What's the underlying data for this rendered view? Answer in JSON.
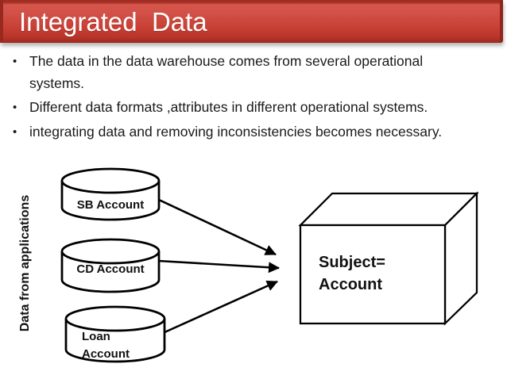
{
  "slide": {
    "title": "Integrated  Data",
    "bullet_char": "•",
    "bullets": [
      "The data in the data warehouse comes from several operational\nsystems.",
      "Different data formats ,attributes in different operational systems.",
      "integrating data and removing inconsistencies becomes necessary."
    ]
  },
  "diagram": {
    "source_label": "Data from applications",
    "cylinders": [
      {
        "label": "SB Account"
      },
      {
        "label": "CD Account"
      },
      {
        "label_line1": "Loan",
        "label_line2": "Account"
      }
    ],
    "box": {
      "line1": "Subject=",
      "line2": "Account"
    }
  },
  "colors": {
    "banner_red": "#c84136",
    "banner_red_dark": "#98291f",
    "banner_red_light": "#d6564c",
    "title_text": "#ffffff",
    "body_text": "#1a1a1a",
    "diagram_stroke": "#000000"
  }
}
